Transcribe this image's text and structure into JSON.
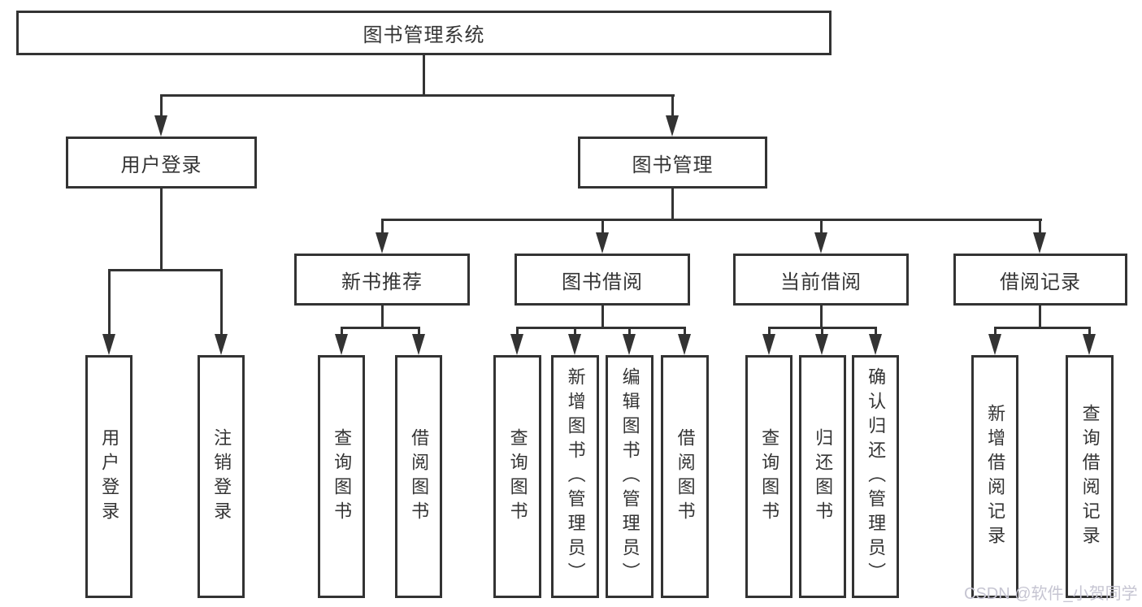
{
  "diagram": {
    "root": "图书管理系统",
    "user_login_branch": {
      "label": "用户登录",
      "children": [
        "用户登录",
        "注销登录"
      ]
    },
    "book_mgmt_branch": {
      "label": "图书管理",
      "children": [
        {
          "label": "新书推荐",
          "children": [
            "查询图书",
            "借阅图书"
          ]
        },
        {
          "label": "图书借阅",
          "children": [
            "查询图书",
            "新增图书（管理员）",
            "编辑图书（管理员）",
            "借阅图书"
          ]
        },
        {
          "label": "当前借阅",
          "children": [
            "查询图书",
            "归还图书",
            "确认归还（管理员）"
          ]
        },
        {
          "label": "借阅记录",
          "children": [
            "新增借阅记录",
            "查询借阅记录"
          ]
        }
      ]
    }
  },
  "watermark": {
    "text": "CSDN @软件_小贺同学",
    "color": "#c6c5d2"
  },
  "colors": {
    "line": "#333333",
    "text": "#343434",
    "background": "#ffffff"
  }
}
